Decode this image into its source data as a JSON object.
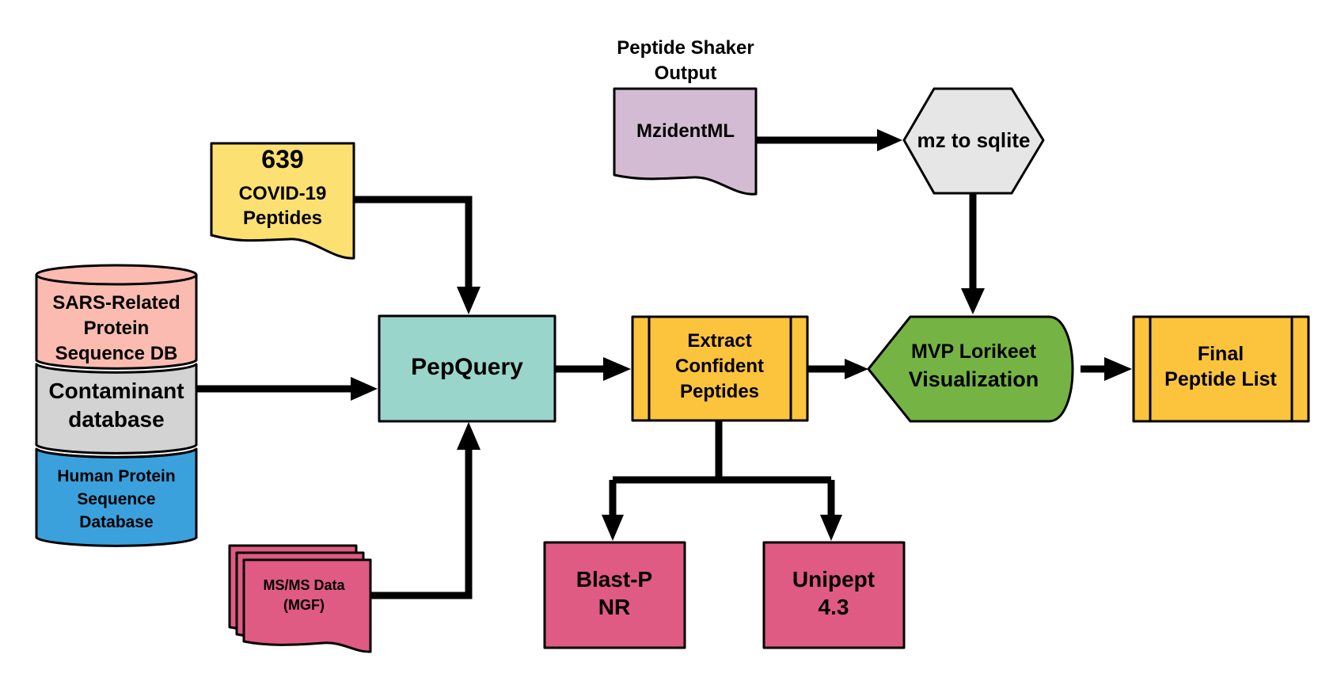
{
  "nodes": {
    "covid_peptides": {
      "count": "639",
      "line1": "COVID-19",
      "line2": "Peptides",
      "color": "#fde072"
    },
    "database_stack": {
      "sars": {
        "line1": "SARS-Related",
        "line2": "Protein",
        "line3": "Sequence DB",
        "color": "#fbbbb0"
      },
      "contaminant": {
        "line1": "Contaminant",
        "line2": "database",
        "color": "#d3d3d3"
      },
      "human": {
        "line1": "Human Protein",
        "line2": "Sequence",
        "line3": "Database",
        "color": "#3aa1dd"
      }
    },
    "msms_data": {
      "line1": "MS/MS Data",
      "line2": "(MGF)",
      "color": "#df5b83"
    },
    "pepquery": {
      "label": "PepQuery",
      "color": "#9ad5cb"
    },
    "extract": {
      "line1": "Extract",
      "line2": "Confident",
      "line3": "Peptides",
      "color": "#fcc33d"
    },
    "peptide_shaker": {
      "caption1": "Peptide Shaker",
      "caption2": "Output",
      "label": "MzidentML",
      "color": "#d3bcd3"
    },
    "mz_sqlite": {
      "label": "mz to sqlite",
      "color": "#e6e6e6"
    },
    "mvp": {
      "line1": "MVP Lorikeet",
      "line2": "Visualization",
      "color": "#75b444"
    },
    "final": {
      "line1": "Final",
      "line2": "Peptide List",
      "color": "#fcc33d"
    },
    "blastp": {
      "line1": "Blast-P",
      "line2": "NR",
      "color": "#df5b83"
    },
    "unipept": {
      "line1": "Unipept",
      "line2": "4.3",
      "color": "#df5b83"
    }
  }
}
